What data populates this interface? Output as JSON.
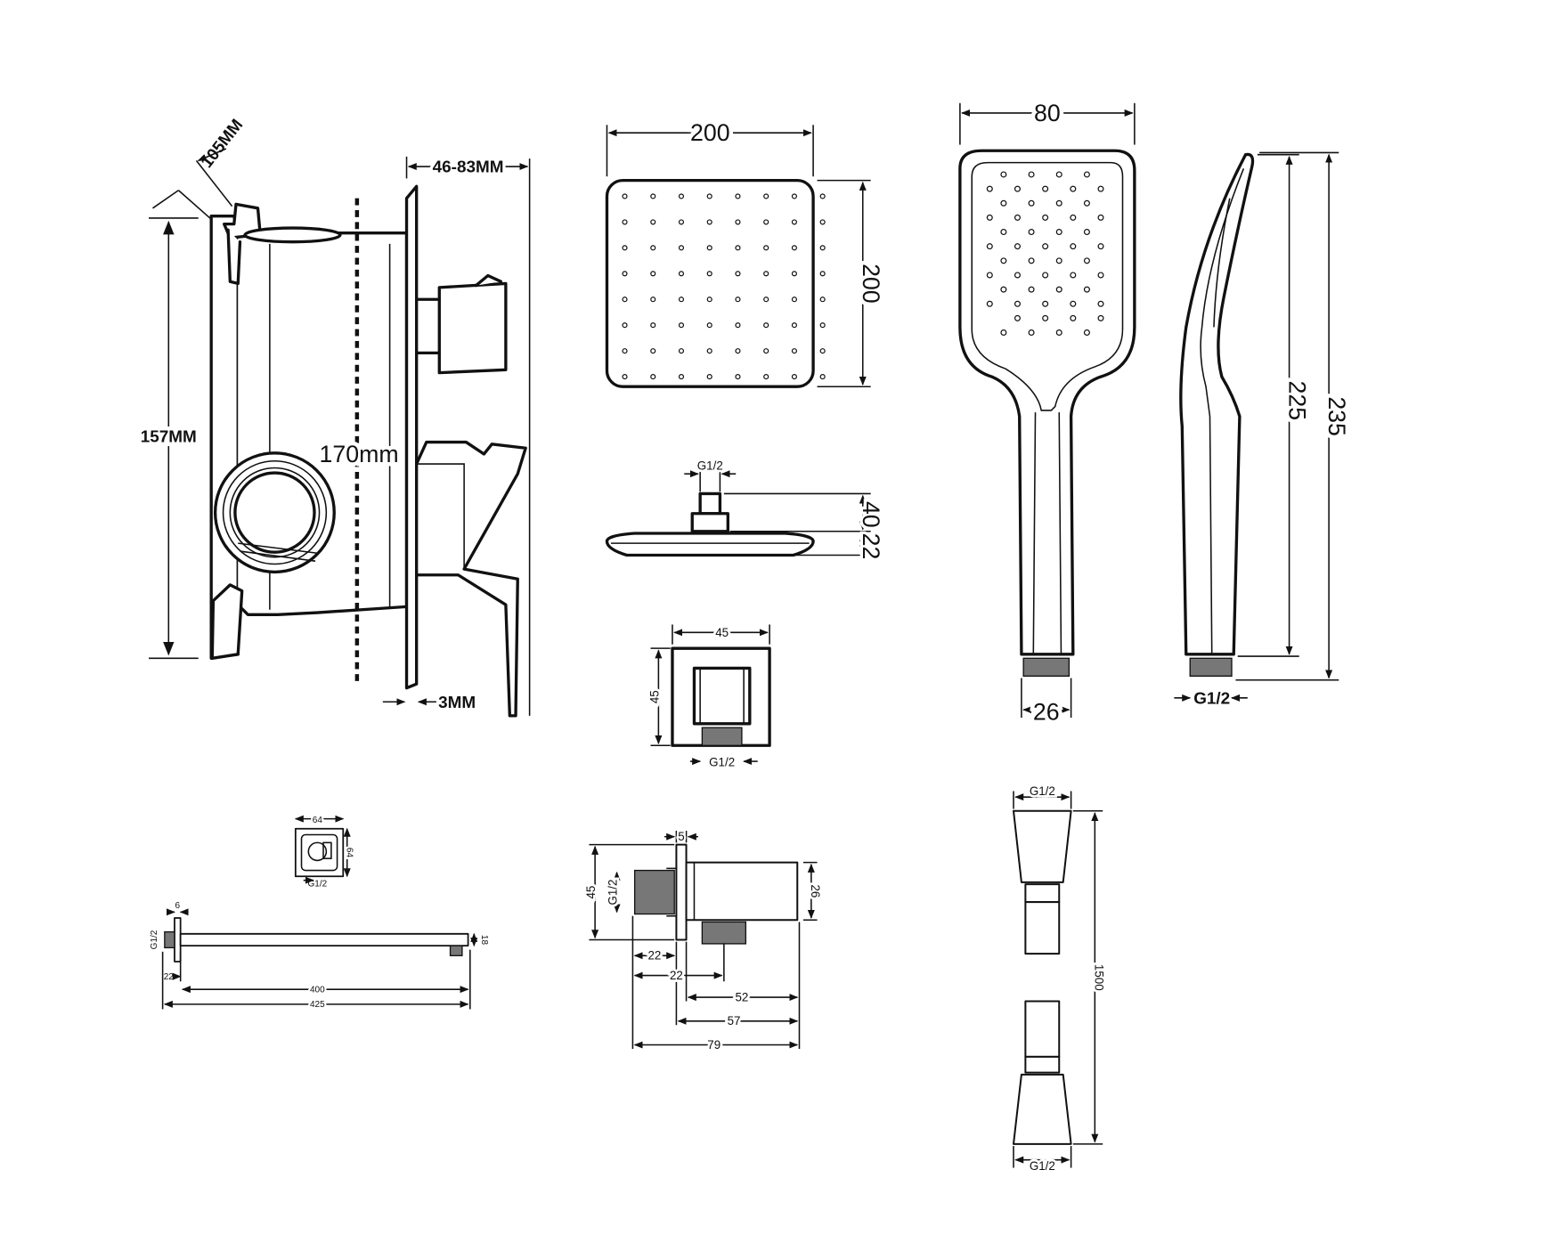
{
  "mixer": {
    "depth": "46-83MM",
    "handle_offset": "105MM",
    "body_height": "157MM",
    "install_depth": "170mm",
    "panel_thickness": "3MM"
  },
  "rain_head": {
    "width": "200",
    "depth": "200",
    "connection": "G1/2",
    "stem_height": "40",
    "plate_thickness": "22"
  },
  "hand_shower": {
    "head_width": "80",
    "length": "225",
    "total_length": "235",
    "grip_width": "26",
    "connection": "G1/2"
  },
  "wall_elbow": {
    "width": "45",
    "height": "45",
    "connection": "G1/2"
  },
  "shower_arm": {
    "flange_width": "64",
    "flange_height": "64",
    "flange_connection": "G1/2",
    "flange_depth": "6",
    "thread": "G1/2",
    "tube_height": "18",
    "offset": "22",
    "arm_length": "400",
    "total_length": "425"
  },
  "outlet_elbow": {
    "flange": "5",
    "height": "45",
    "thread": "G1/2",
    "body_height": "26",
    "thread_length": "22",
    "inlet_offset": "22",
    "outlet_position": "52",
    "body_length": "57",
    "total_length": "79"
  },
  "hose": {
    "top_connection": "G1/2",
    "length": "1500",
    "bottom_connection": "G1/2"
  }
}
